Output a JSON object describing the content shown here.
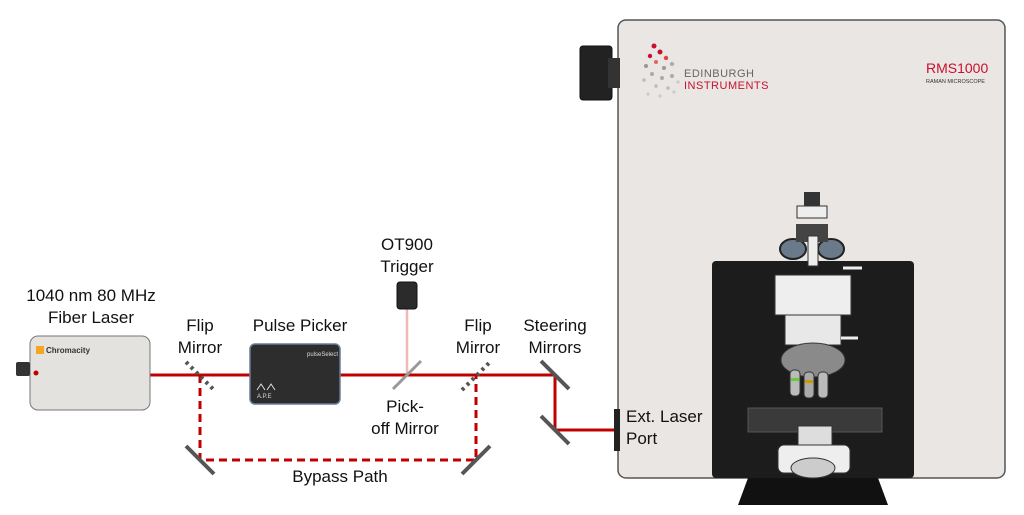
{
  "labels": {
    "laser_line1": "1040 nm 80 MHz",
    "laser_line2": "Fiber Laser",
    "flip_mirror_1_line1": "Flip",
    "flip_mirror_1_line2": "Mirror",
    "pulse_picker": "Pulse Picker",
    "trigger_line1": "OT900",
    "trigger_line2": "Trigger",
    "pickoff_line1": "Pick-",
    "pickoff_line2": "off Mirror",
    "flip_mirror_2_line1": "Flip",
    "flip_mirror_2_line2": "Mirror",
    "steering_line1": "Steering",
    "steering_line2": "Mirrors",
    "bypass_path": "Bypass Path",
    "ext_port_line1": "Ext. Laser",
    "ext_port_line2": "Port"
  },
  "devices": {
    "laser_brand": "Chromacity",
    "pulse_picker_brand": "pulseSelect",
    "pulse_picker_maker": "A.P.E",
    "instrument_maker_line1": "EDINBURGH",
    "instrument_maker_line2": "INSTRUMENTS",
    "instrument_model": "RMS1000",
    "instrument_type": "RAMAN MICROSCOPE"
  },
  "colors": {
    "beam": "#c00000",
    "trigger_beam": "#f2b8b8",
    "brand_red": "#c8102e",
    "laser_logo": "#f5a623",
    "instrument_body": "#e9e6e3",
    "enclosure": "#1c1c1c"
  }
}
